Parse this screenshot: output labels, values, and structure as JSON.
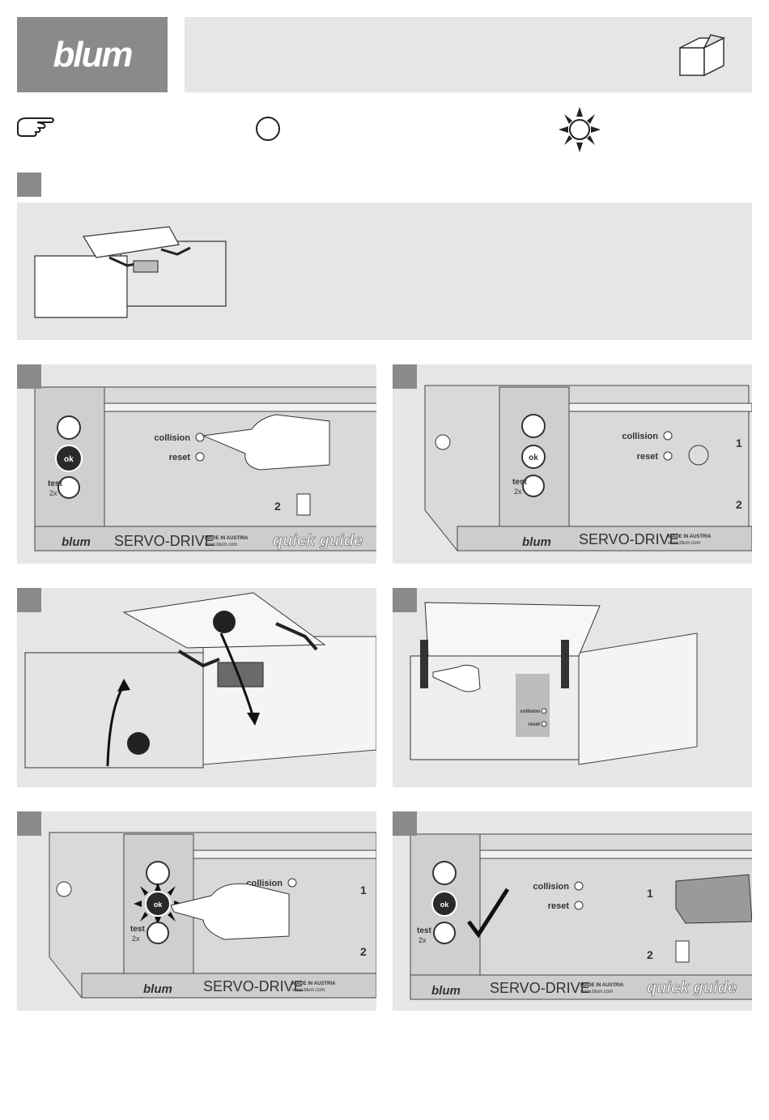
{
  "brand": {
    "logo": "blum"
  },
  "legend": {
    "hand_icon": "pointing-hand-icon",
    "off_icon": "led-off-icon",
    "on_icon": "led-on-icon"
  },
  "controls": {
    "collision": "collision",
    "reset": "reset",
    "ok": "ok",
    "test": "test",
    "test_count": "2x"
  },
  "footer": {
    "logo": "blum",
    "product": "SERVO-DRIVE",
    "made_in": "MADE IN AUSTRIA",
    "url": "www.blum.com",
    "guide": "quick guide"
  },
  "callouts": {
    "one": "1",
    "two": "2"
  },
  "colors": {
    "accent_gray": "#8a8a8a",
    "band_gray": "#e6e6e6",
    "dark": "#2a2a2a"
  }
}
